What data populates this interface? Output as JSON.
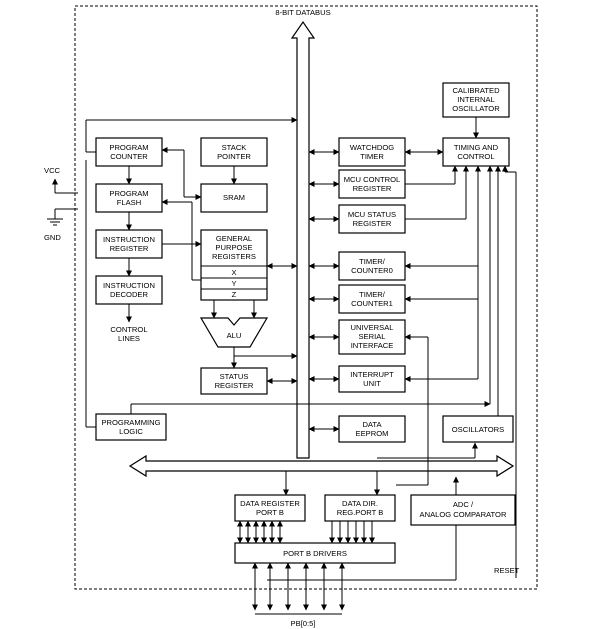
{
  "bus_label": "8-BIT DATABUS",
  "pins": {
    "vcc": "VCC",
    "gnd": "GND",
    "reset": "RESET",
    "pb": "PB[0:5]"
  },
  "blocks": {
    "calibrated_oscillator": [
      "CALIBRATED",
      "INTERNAL",
      "OSCILLATOR"
    ],
    "program_counter": [
      "PROGRAM",
      "COUNTER"
    ],
    "stack_pointer": [
      "STACK",
      "POINTER"
    ],
    "watchdog_timer": [
      "WATCHDOG",
      "TIMER"
    ],
    "timing_control": [
      "TIMING AND",
      "CONTROL"
    ],
    "program_flash": [
      "PROGRAM",
      "FLASH"
    ],
    "sram": [
      "SRAM"
    ],
    "mcu_control": [
      "MCU CONTROL",
      "REGISTER"
    ],
    "mcu_status": [
      "MCU STATUS",
      "REGISTER"
    ],
    "instruction_register": [
      "INSTRUCTION",
      "REGISTER"
    ],
    "gp_registers": [
      "GENERAL",
      "PURPOSE",
      "REGISTERS"
    ],
    "gp_rows": [
      "X",
      "Y",
      "Z"
    ],
    "timer0": [
      "TIMER/",
      "COUNTER0"
    ],
    "instruction_decoder": [
      "INSTRUCTION",
      "DECODER"
    ],
    "timer1": [
      "TIMER/",
      "COUNTER1"
    ],
    "control_lines": [
      "CONTROL",
      "LINES"
    ],
    "alu": [
      "ALU"
    ],
    "usi": [
      "UNIVERSAL",
      "SERIAL",
      "INTERFACE"
    ],
    "status_register": [
      "STATUS",
      "REGISTER"
    ],
    "interrupt_unit": [
      "INTERRUPT",
      "UNIT"
    ],
    "programming_logic": [
      "PROGRAMMING",
      "LOGIC"
    ],
    "data_eeprom": [
      "DATA",
      "EEPROM"
    ],
    "oscillators": [
      "OSCILLATORS"
    ],
    "data_register_portb": [
      "DATA REGISTER",
      "PORT B"
    ],
    "data_dir_portb": [
      "DATA DIR.",
      "REG.PORT B"
    ],
    "adc_comparator": [
      "ADC /",
      "ANALOG COMPARATOR"
    ],
    "portb_drivers": [
      "PORT B DRIVERS"
    ]
  }
}
